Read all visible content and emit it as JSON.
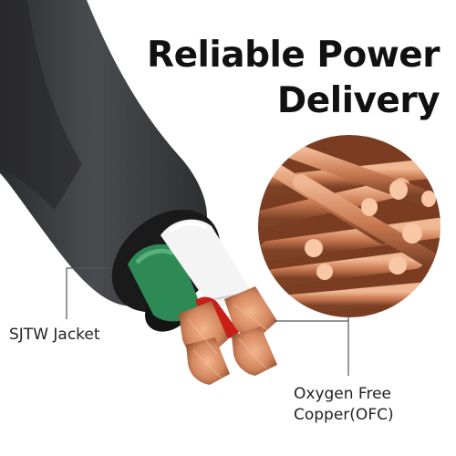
{
  "headline": {
    "line1": "Reliable Power",
    "line2": "Delivery"
  },
  "callouts": {
    "jacket": "SJTW Jacket",
    "copper_line1": "Oxygen Free",
    "copper_line2": "Copper(OFC)"
  },
  "colors": {
    "jacket": "#3a3b3d",
    "conductor_green": "#2e8a55",
    "conductor_white": "#f2f2f2",
    "conductor_red": "#c81e18",
    "copper": "#d98a63",
    "leader_lines": "#555555"
  }
}
